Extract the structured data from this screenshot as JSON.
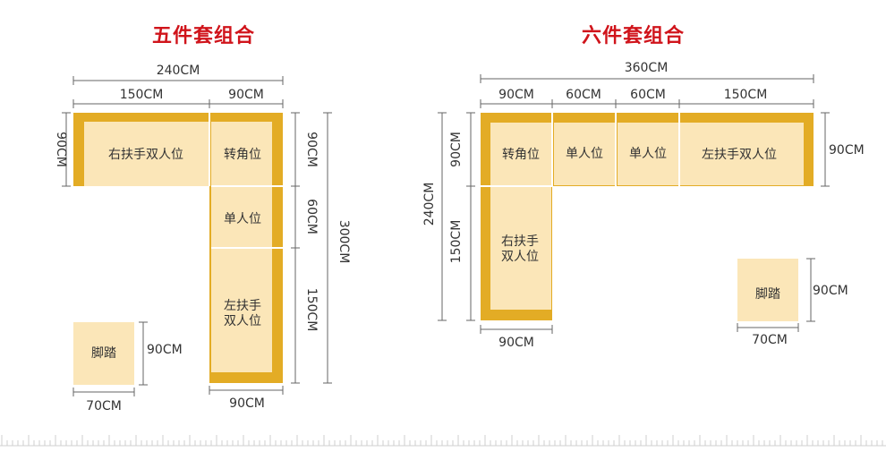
{
  "colors": {
    "frame": "#E3AC25",
    "cushion": "#FBE6B8",
    "title": "#D0141B",
    "line": "#666666",
    "text": "#333333"
  },
  "five": {
    "title": "五件套组合",
    "dims": {
      "total_width": "240CM",
      "seg1": "150CM",
      "seg2": "90CM",
      "left_height": "90CM",
      "r1": "90CM",
      "r2": "60CM",
      "r3": "150CM",
      "total_height": "300CM",
      "bottom": "90CM"
    },
    "seats": {
      "right_armrest_double": "右扶手双人位",
      "corner": "转角位",
      "single": "单人位",
      "left_armrest_double_l1": "左扶手",
      "left_armrest_double_l2": "双人位"
    },
    "ottoman": {
      "label": "脚踏",
      "height": "90CM",
      "width": "70CM"
    }
  },
  "six": {
    "title": "六件套组合",
    "dims": {
      "total_width": "360CM",
      "seg1": "90CM",
      "seg2": "60CM",
      "seg3": "60CM",
      "seg4": "150CM",
      "right_height": "90CM",
      "left_top": "90CM",
      "left_bottom": "150CM",
      "total_height": "240CM",
      "bottom": "90CM"
    },
    "seats": {
      "corner": "转角位",
      "single1": "单人位",
      "single2": "单人位",
      "left_armrest_double": "左扶手双人位",
      "right_armrest_double_l1": "右扶手",
      "right_armrest_double_l2": "双人位"
    },
    "ottoman": {
      "label": "脚踏",
      "height": "90CM",
      "width": "70CM"
    }
  }
}
